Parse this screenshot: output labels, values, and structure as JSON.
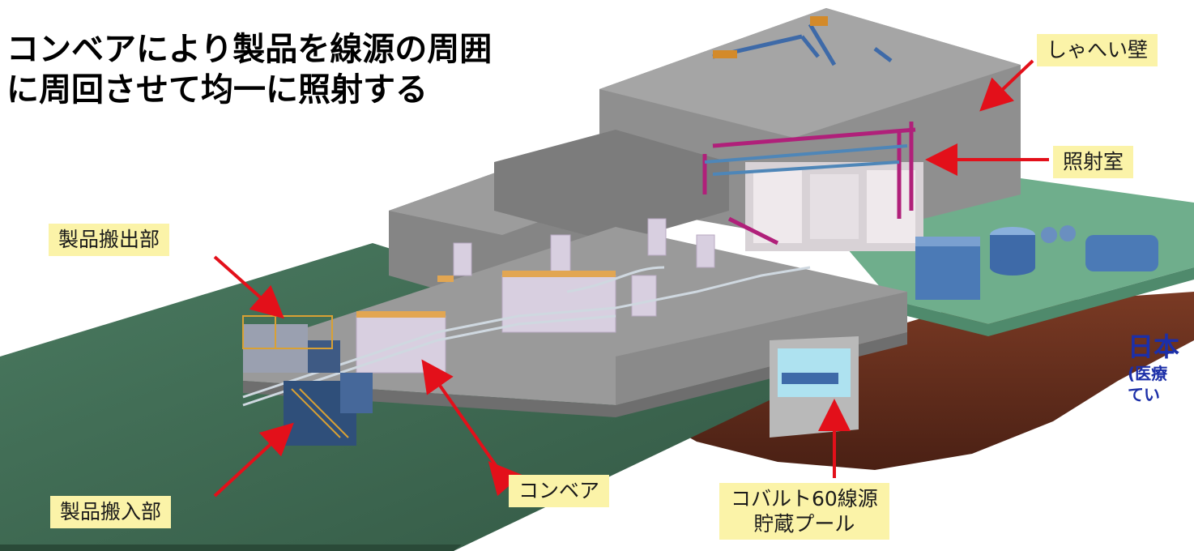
{
  "headline": {
    "line1": "コンベアにより製品を線源の周囲",
    "line2": "に周回させて均一に照射する"
  },
  "labels": {
    "shield_wall": "しゃへい壁",
    "irradiation_room": "照射室",
    "product_out": "製品搬出部",
    "product_in": "製品搬入部",
    "conveyor": "コンベア",
    "pool_line1": "コバルト60線源",
    "pool_line2": "貯蔵プール"
  },
  "side_note": {
    "line1": "日本",
    "line2": "(医療",
    "line3": "てい"
  },
  "colors": {
    "ground_green": "#3f6a52",
    "concrete": "#8a8a8a",
    "floor_mint": "#6fae8c",
    "soil": "#6b3220",
    "label_bg": "#fbf3a8",
    "arrow_red": "#e3101a",
    "side_note_text": "#1c2fa8",
    "equipment_blue": "#3e6aa8",
    "frame_magenta": "#b0207a"
  }
}
